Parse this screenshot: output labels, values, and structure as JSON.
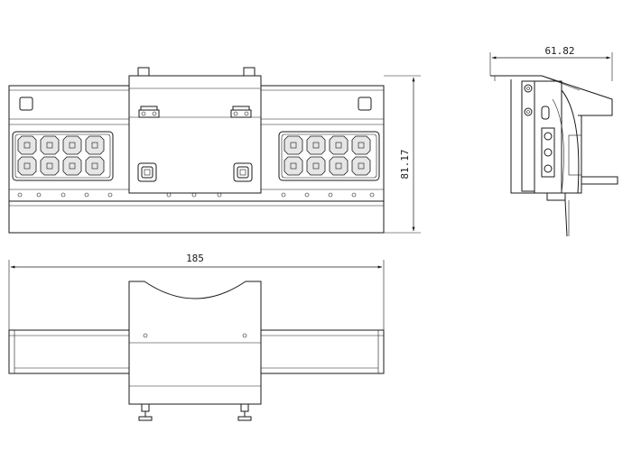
{
  "dimensions": {
    "side_depth": "61.82",
    "front_height": "81.17",
    "top_width": "185"
  },
  "colors": {
    "line": "#1a1a1a",
    "background": "#ffffff",
    "panel_fill": "#e6e6e6"
  }
}
